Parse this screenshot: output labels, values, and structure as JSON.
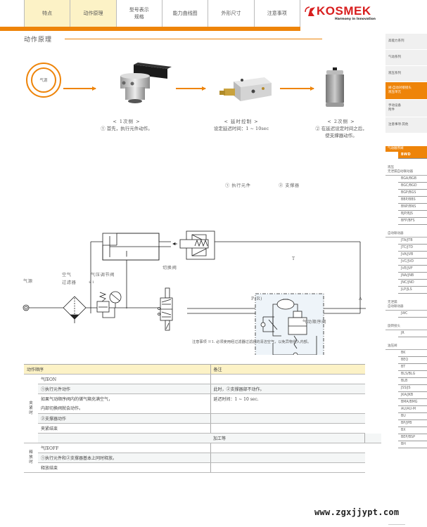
{
  "nav": {
    "tabs": [
      {
        "label": "特点",
        "highlighted": true
      },
      {
        "label": "动作原理",
        "highlighted": true
      },
      {
        "label": "型号表示\n规格",
        "highlighted": false
      },
      {
        "label": "能力曲线图",
        "highlighted": false
      },
      {
        "label": "外形尺寸",
        "highlighted": false
      },
      {
        "label": "注意事项",
        "highlighted": false
      }
    ],
    "accent_color": "#ee8409"
  },
  "logo": {
    "brand": "KOSMEK",
    "tagline": "Harmony in Innovation"
  },
  "section": {
    "title": "动作原理"
  },
  "flow": {
    "source_label": "气源",
    "steps": [
      {
        "heading": "< 1次侧 >",
        "text": "① 首先，执行元件动作。"
      },
      {
        "heading": "< 延时控制 >",
        "text": "设定延迟时间：1 ~ 10sec"
      },
      {
        "heading": "< 2次侧 >",
        "text": "② 在延迟设定时间之后，\n使支撑器动作。"
      }
    ]
  },
  "circuit": {
    "labels": {
      "source": "气源",
      "filter": "空气\n过滤器",
      "filter_note": "※1",
      "regulator": "气压调节阀",
      "switch_valve": "切换阀",
      "actuator": "① 执行元件",
      "support": "② 支撑器",
      "port_p": "P(R)",
      "port_a": "A",
      "tank": "T",
      "sequence_valve": "气动顺序阀"
    },
    "note": "注意事项 ※1. 必须使用经过滤器过滤后的清洁空气，以免异物侵入内部。"
  },
  "table": {
    "headers": [
      "动作顺序",
      "备注"
    ],
    "groups": [
      {
        "label": "夹\n紧\n时",
        "rows": [
          {
            "action": "气压ON",
            "remark": ""
          },
          {
            "action": "①执行元件动作",
            "remark": "此时，②支撑器部不动作。"
          },
          {
            "action": "如果气动顺序阀内的储气箱充满空气，\n内部切换阀就会动作。",
            "remark": "延迟时间：1 ~ 10 sec."
          },
          {
            "action": "②支撑器动作",
            "remark": ""
          },
          {
            "action": "夹紧结束",
            "remark": ""
          }
        ]
      },
      {
        "label": "",
        "rows": [
          {
            "action": "加工等",
            "remark": ""
          }
        ]
      },
      {
        "label": "释\n放\n时",
        "rows": [
          {
            "action": "气压OFF",
            "remark": ""
          },
          {
            "action": "①执行元件和②支撑器基本上同时释放。",
            "remark": ""
          },
          {
            "action": "释放结束",
            "remark": ""
          }
        ]
      }
    ]
  },
  "sidebar": {
    "categories": [
      {
        "label": "高能力系列",
        "active": false
      },
      {
        "label": "气动系列",
        "active": false
      },
      {
        "label": "液压系列",
        "active": false
      },
      {
        "label": "阀·自动对接接头\n液压单元",
        "active": true
      },
      {
        "label": "手动设备\n附件",
        "active": false
      },
      {
        "label": "注意事项·其他",
        "active": false
      }
    ],
    "groups": [
      {
        "label": "气动顺序阀",
        "active": true,
        "items": [
          {
            "label": "BWD",
            "active": true
          }
        ]
      },
      {
        "label": "液压\n无泄漏自动联动器",
        "active": false,
        "items": [
          {
            "label": "BGA/BGB"
          },
          {
            "label": "BGC/BGD"
          },
          {
            "label": "BGP/BGS"
          },
          {
            "label": "BBP/BBS"
          },
          {
            "label": "BNP/BNS"
          },
          {
            "label": "BJP/BJS"
          },
          {
            "label": "BFP/BFS"
          }
        ]
      },
      {
        "label": "自动联动器",
        "active": false,
        "items": [
          {
            "label": "JTA/JTB"
          },
          {
            "label": "JTC/JTD"
          },
          {
            "label": "JVA/JVB"
          },
          {
            "label": "JVC/JVD"
          },
          {
            "label": "JVE/JVF"
          },
          {
            "label": "JNA/JNB"
          },
          {
            "label": "JNC/JND"
          },
          {
            "label": "JLP/JLS"
          }
        ]
      },
      {
        "label": "无泄漏\n自动联动器",
        "active": false,
        "items": [
          {
            "label": "JWC"
          }
        ]
      },
      {
        "label": "旋转接头",
        "active": false,
        "items": [
          {
            "label": "JR"
          }
        ]
      },
      {
        "label": "油压阀",
        "active": false,
        "items": [
          {
            "label": "BK"
          },
          {
            "label": "BEQ"
          },
          {
            "label": "BT"
          },
          {
            "label": "BLS/BLG"
          },
          {
            "label": "BLB"
          },
          {
            "label": "JSS/JS"
          },
          {
            "label": "JKA/JKB"
          },
          {
            "label": "BMA/BMG"
          },
          {
            "label": "AU/AU-M"
          },
          {
            "label": "BU"
          },
          {
            "label": "BP/JPB"
          },
          {
            "label": "BX"
          },
          {
            "label": "BEP/BSP"
          },
          {
            "label": "BH"
          }
        ]
      }
    ]
  },
  "watermark": "www.zgxjjypt.com"
}
